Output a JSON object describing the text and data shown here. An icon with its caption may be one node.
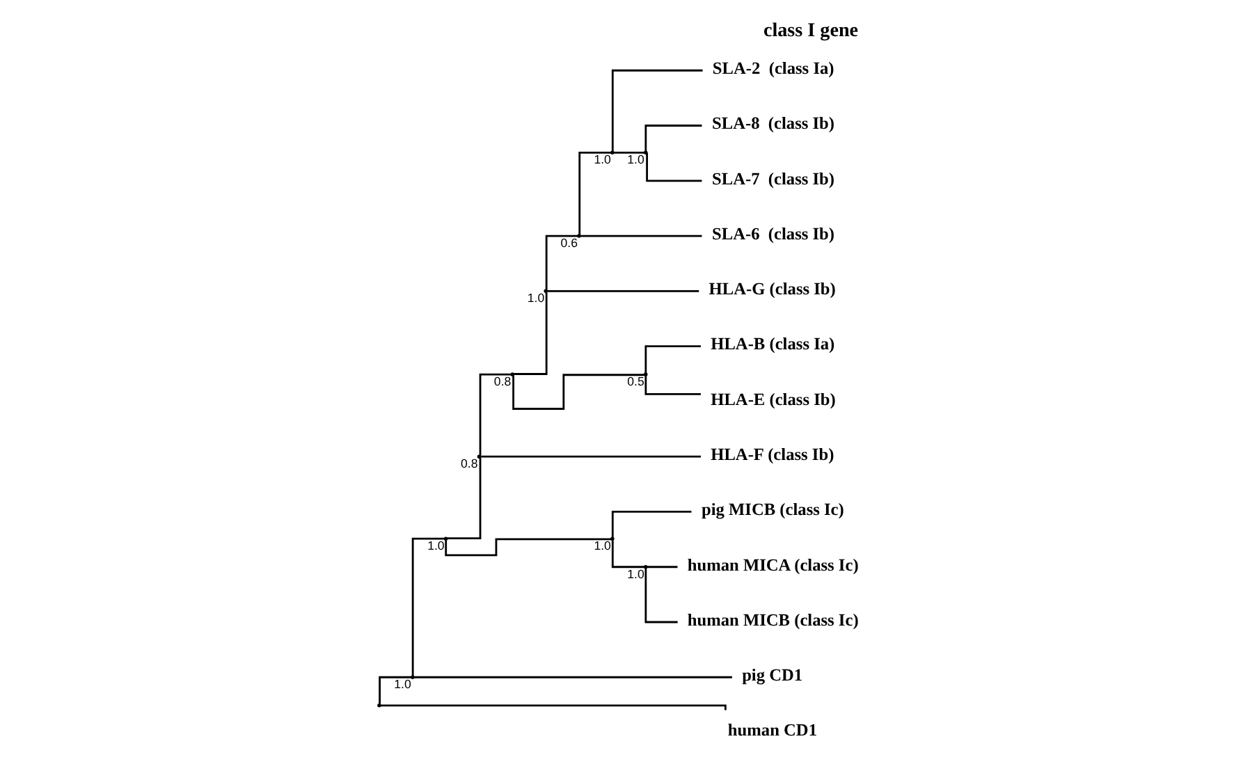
{
  "diagram": {
    "title": "class I gene",
    "nodes": [
      {
        "text": [],
        "shape": "point"
      },
      {
        "text": [],
        "shape": "point",
        "beside": [
          "1.0"
        ]
      },
      {
        "text": [],
        "shape": "point",
        "beside": [
          "1.0"
        ]
      },
      {
        "text": [],
        "shape": "point",
        "beside": [
          "0.8"
        ]
      },
      {
        "text": [],
        "shape": "point",
        "beside": [
          "0.8"
        ]
      },
      {
        "text": [],
        "shape": "point",
        "beside": [
          "1.0"
        ]
      },
      {
        "text": [],
        "shape": "point",
        "beside": [
          "0.6"
        ]
      },
      {
        "text": [],
        "shape": "point",
        "beside": [
          "1.0"
        ]
      },
      {
        "text": [],
        "shape": "point",
        "beside": [
          "1.0"
        ]
      },
      {
        "text": [],
        "shape": "point",
        "beside": [
          "0.5"
        ]
      },
      {
        "text": [],
        "shape": "point",
        "beside": [
          "1.0"
        ]
      },
      {
        "text": [],
        "shape": "point",
        "beside": [
          "1.0"
        ]
      },
      {
        "text": [
          "SLA-2  (class Ia)"
        ]
      },
      {
        "text": [
          "SLA-8  (class Ib)"
        ]
      },
      {
        "text": [
          "SLA-7  (class Ib)"
        ]
      },
      {
        "text": [
          "SLA-6  (class Ib)"
        ]
      },
      {
        "text": [
          "HLA-G (class Ib)"
        ]
      },
      {
        "text": [
          "HLA-B (class Ia)"
        ]
      },
      {
        "text": [
          "HLA-E (class Ib)"
        ]
      },
      {
        "text": [
          "HLA-F (class Ib)"
        ]
      },
      {
        "text": [
          "pig MICB (class Ic)"
        ]
      },
      {
        "text": [
          "human MICA (class Ic)"
        ]
      },
      {
        "text": [
          "human MICB (class Ic)"
        ]
      },
      {
        "text": [
          "pig CD1"
        ]
      },
      {
        "text": [
          "human CD1"
        ]
      }
    ],
    "edges": [
      {
        "from": 0,
        "to": 1,
        "arrow": "none"
      },
      {
        "from": 0,
        "to": 24,
        "arrow": "none"
      },
      {
        "from": 1,
        "to": 2,
        "arrow": "none"
      },
      {
        "from": 1,
        "to": 23,
        "arrow": "none"
      },
      {
        "from": 2,
        "to": 3,
        "arrow": "none"
      },
      {
        "from": 2,
        "to": 10,
        "arrow": "none"
      },
      {
        "from": 3,
        "to": 4,
        "arrow": "none"
      },
      {
        "from": 3,
        "to": 19,
        "arrow": "none"
      },
      {
        "from": 4,
        "to": 5,
        "arrow": "none"
      },
      {
        "from": 4,
        "to": 9,
        "arrow": "none"
      },
      {
        "from": 5,
        "to": 6,
        "arrow": "none"
      },
      {
        "from": 5,
        "to": 16,
        "arrow": "none"
      },
      {
        "from": 6,
        "to": 7,
        "arrow": "none"
      },
      {
        "from": 6,
        "to": 15,
        "arrow": "none"
      },
      {
        "from": 7,
        "to": 12,
        "arrow": "none"
      },
      {
        "from": 7,
        "to": 8,
        "arrow": "none"
      },
      {
        "from": 8,
        "to": 13,
        "arrow": "none"
      },
      {
        "from": 8,
        "to": 14,
        "arrow": "none"
      },
      {
        "from": 9,
        "to": 17,
        "arrow": "none"
      },
      {
        "from": 9,
        "to": 18,
        "arrow": "none"
      },
      {
        "from": 10,
        "to": 20,
        "arrow": "none"
      },
      {
        "from": 10,
        "to": 11,
        "arrow": "none"
      },
      {
        "from": 11,
        "to": 21,
        "arrow": "none"
      },
      {
        "from": 11,
        "to": 22,
        "arrow": "none"
      }
    ]
  }
}
